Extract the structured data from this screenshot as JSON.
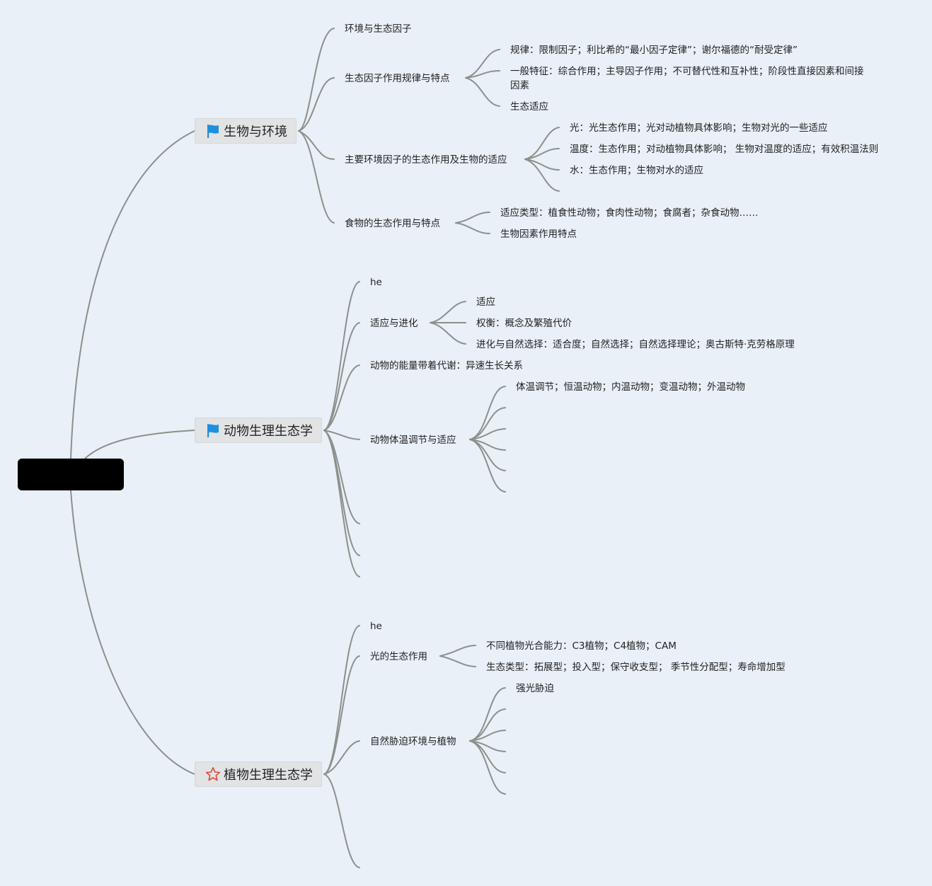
{
  "colors": {
    "background": "#e9f0f8",
    "edge": "#8a918c",
    "flag": "#1f8fe0",
    "star": "#e24a3b",
    "root": "#000000"
  },
  "branches": {
    "b1": {
      "label": "生物与环境",
      "icon": "flag-icon"
    },
    "b2": {
      "label": "动物生理生态学",
      "icon": "flag-icon"
    },
    "b3": {
      "label": "植物生理生态学",
      "icon": "star-icon"
    }
  },
  "b1": {
    "c1": "环境与生态因子",
    "c2": {
      "label": "生态因子作用规律与特点",
      "items": [
        "规律：限制因子；利比希的“最小因子定律”；谢尔福德的“耐受定律”",
        "一般特征：综合作用；主导因子作用；不可替代性和互补性；阶段性直接因素和间接因素",
        "生态适应"
      ]
    },
    "c3": {
      "label": "主要环境因子的生态作用及生物的适应",
      "items": [
        "光：光生态作用；光对动植物具体影响；生物对光的一些适应",
        "温度：生态作用；对动植物具体影响； 生物对温度的适应；有效积温法则",
        "水：生态作用；生物对水的适应"
      ]
    },
    "c4": {
      "label": "食物的生态作用与特点",
      "items": [
        "适应类型：植食性动物；食肉性动物；食腐者；杂食动物……",
        "生物因素作用特点"
      ]
    }
  },
  "b2": {
    "c1": "he",
    "c2": {
      "label": "适应与进化",
      "items": [
        "适应",
        "权衡：概念及繁殖代价",
        "进化与自然选择：适合度；自然选择；自然选择理论；奥古斯特·克劳格原理"
      ]
    },
    "c3": "动物的能量带着代谢：异速生长关系",
    "c4": {
      "label": "动物体温调节与适应",
      "items": [
        "体温调节；恒温动物；内温动物；变温动物；外温动物"
      ]
    }
  },
  "b3": {
    "c1": "he",
    "c2": {
      "label": "光的生态作用",
      "items": [
        "不同植物光合能力：C3植物；C4植物；CAM",
        "生态类型：拓展型；投入型；保守收支型； 季节性分配型；寿命增加型"
      ]
    },
    "c3": {
      "label": "自然胁迫环境与植物",
      "items": [
        "强光胁迫"
      ]
    }
  }
}
